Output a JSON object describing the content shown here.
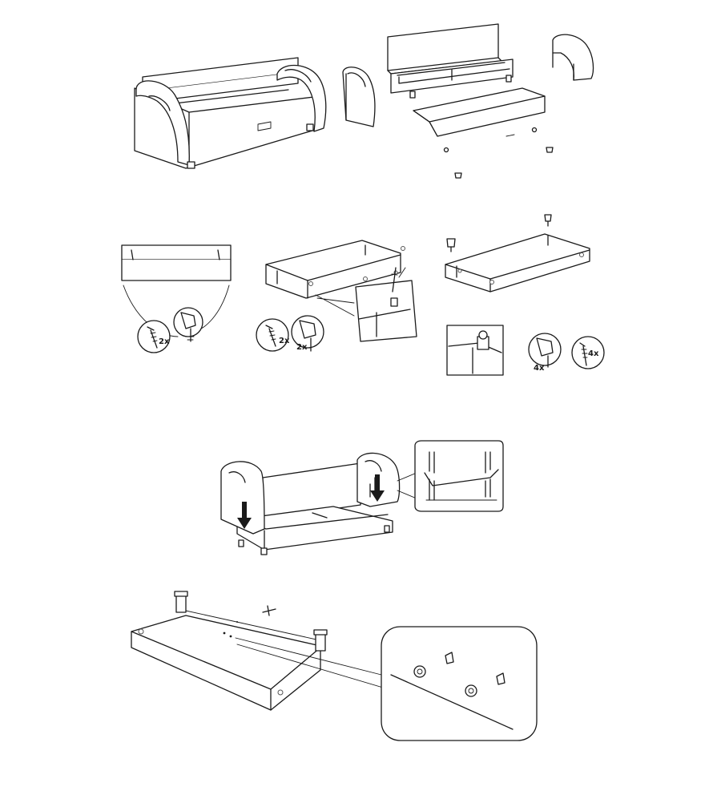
{
  "labels": {
    "step2_left_screw_qty": "2x",
    "step2_mid_screw_qty": "2x",
    "step2_mid_drill_qty": "2x",
    "step2_right_drill_qty": "4x",
    "step2_right_screw_qty": "4x"
  },
  "colors": {
    "line": "#1a1a1a",
    "background": "#ffffff"
  },
  "icons": [
    "screw-icon",
    "drill-icon",
    "bolt-icon",
    "nut-icon",
    "foot-icon",
    "arrow-down-icon"
  ]
}
